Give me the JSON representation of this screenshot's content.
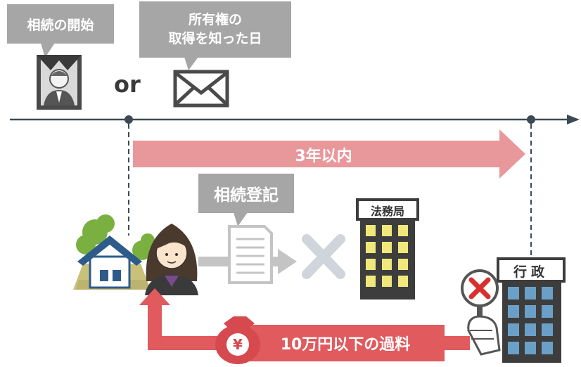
{
  "labels": {
    "start": "相続の開始",
    "ownership_line1": "所有権の",
    "ownership_line2": "取得を知った日",
    "or": "or",
    "period": "3年以内",
    "registration": "相続登記",
    "legal_bureau": "法務局",
    "administration": "行政",
    "penalty": "10万円以下の過料",
    "yen": "¥"
  },
  "colors": {
    "bubble_gray": "#a6a6a6",
    "timeline": "#3d4a55",
    "period_arrow": "#e8989a",
    "penalty_arrow": "#e05a5e",
    "bureau_building": "#3d3d3d",
    "bureau_windows": "#f0e87a",
    "admin_building": "#3d3d3d",
    "admin_windows": "#6aa0c8",
    "reject_x": "#cfd5db",
    "house_roof": "#2d5c8a",
    "tree_green": "#7ab040"
  },
  "icons": [
    "portrait-icon",
    "envelope-icon",
    "house-icon",
    "woman-icon",
    "document-icon",
    "reject-x-icon",
    "legal-bureau-building-icon",
    "administration-building-icon",
    "prohibition-sign-icon",
    "money-bag-icon"
  ]
}
